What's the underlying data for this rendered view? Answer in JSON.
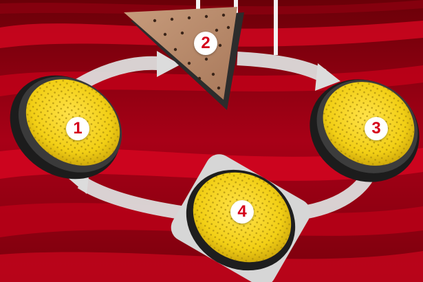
{
  "steps": [
    {
      "number": "1",
      "item": "yellow-round-sanding-pad"
    },
    {
      "number": "2",
      "item": "triangular-sandpaper-sheet"
    },
    {
      "number": "3",
      "item": "yellow-round-sanding-pad"
    },
    {
      "number": "4",
      "item": "yellow-round-pad-on-sander-base"
    }
  ],
  "colors": {
    "background_red": "#b3001b",
    "background_dark": "#4a0006",
    "pad_yellow": "#f2d21c",
    "pad_rim": "#2a2a2a",
    "arrow": "#d9d9d9",
    "badge_text": "#d4001a",
    "sandpaper": "#b98a6a"
  },
  "icons": [
    "circular-cycle-arrows"
  ]
}
